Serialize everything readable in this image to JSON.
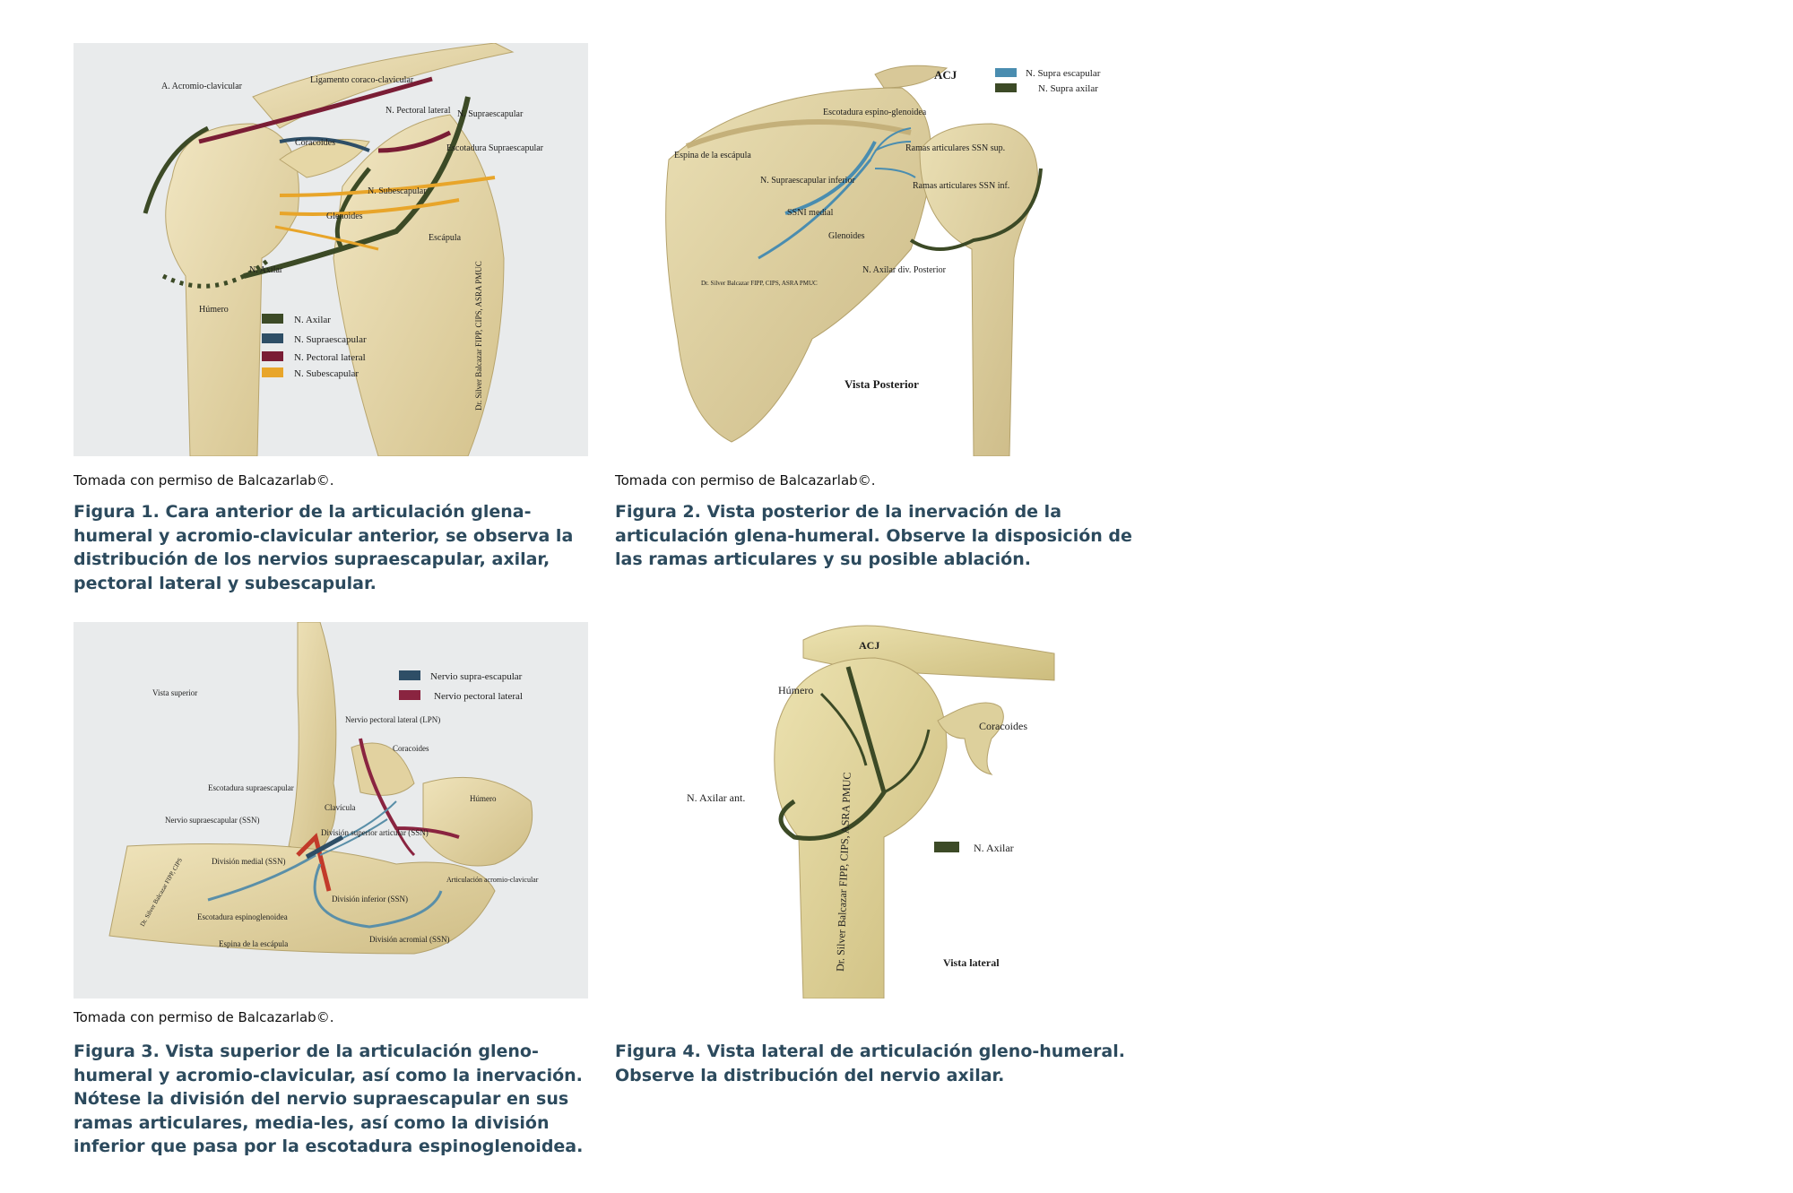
{
  "figure1": {
    "labels": {
      "acromio": "A. Acromio-clavicular",
      "ligamento": "Ligamento coraco-clavicular",
      "pectoral": "N. Pectoral lateral",
      "supraescapular": "N. Supraescapular",
      "coracoides": "Coracoides",
      "escotadura": "Escotadura Supraescapular",
      "subescapular": "N. Subescapular",
      "glenoides": "Glenoides",
      "escapula": "Escápula",
      "axilar": "N. Axilar",
      "humero": "Húmero",
      "watermark": "Dr. Silver Balcazar FIPP, CIPS, ASRA PMUC"
    },
    "legend": [
      {
        "label": "N. Axilar",
        "color": "#3c4a26"
      },
      {
        "label": "N. Supraescapular",
        "color": "#2e4e66"
      },
      {
        "label": "N. Pectoral lateral",
        "color": "#7a1d35"
      },
      {
        "label": "N. Subescapular",
        "color": "#e8a52a"
      }
    ],
    "credit": "Tomada con permiso de Balcazarlab©.",
    "caption_label": "Figura 1.",
    "caption_text": " Cara anterior de la articulación glena-humeral y acromio-clavicular anterior,  se observa la distribución de los nervios supraescapular, axilar, pectoral lateral y subescapular."
  },
  "figure2": {
    "labels": {
      "acj": "ACJ",
      "escotadura": "Escotadura espino-glenoidea",
      "espina": "Espina de la escápula",
      "ramas_sup": "Ramas articulares SSN sup.",
      "supra_inf": "N. Supraescapular inferior",
      "ramas_inf": "Ramas articulares SSN inf.",
      "ssni": "SSNI medial",
      "glenoides": "Glenoides",
      "axilar_post": "N. Axilar div. Posterior",
      "watermark": "Dr. Silver Balcazar FIPP, CIPS, ASRA PMUC",
      "vista": "Vista Posterior"
    },
    "legend": [
      {
        "label": "N. Supra escapular",
        "color": "#4a8db0"
      },
      {
        "label": "N. Supra axilar",
        "color": "#3c4a26"
      }
    ],
    "credit": "Tomada con permiso de Balcazarlab©.",
    "caption_label": "Figura 2.",
    "caption_text": " Vista posterior de la inervación de la articulación glena-humeral. Observe la disposición de las ramas articulares y su posible ablación."
  },
  "figure3": {
    "labels": {
      "vista": "Vista superior",
      "pectoral": "Nervio pectoral lateral (LPN)",
      "coracoides": "Coracoides",
      "escotadura_supra": "Escotadura supraescapular",
      "humero": "Húmero",
      "clavicula": "Clavícula",
      "ssn": "Nervio supraescapular (SSN)",
      "div_sup": "División superior articular (SSN)",
      "div_medial": "División medial (SSN)",
      "articulacion": "Articulación acromio-clavicular",
      "div_inf": "División inferior (SSN)",
      "escotadura_espino": "Escotadura espinoglenoidea",
      "espina": "Espina de la escápula",
      "div_acromial": "División acromial (SSN)",
      "watermark": "Dr. Silver Balcazar FIPP, CIPS"
    },
    "legend": [
      {
        "label": "Nervio supra-escapular",
        "color": "#2e4e66"
      },
      {
        "label": "Nervio pectoral lateral",
        "color": "#8a2440"
      }
    ],
    "credit": "Tomada con permiso de Balcazarlab©.",
    "caption_label": "Figura 3.",
    "caption_text": " Vista superior de la articulación gleno-humeral y acromio-clavicular, así como la inervación. Nótese la división del nervio supraescapular en sus ramas articulares, media-les, así como la división inferior que pasa por la escotadura espinoglenoidea."
  },
  "figure4": {
    "labels": {
      "acj": "ACJ",
      "humero": "Húmero",
      "coracoides": "Coracoides",
      "axilar_ant": "N. Axilar ant.",
      "watermark": "Dr. Silver Balcazar FIPP, CIPS, ASRA PMUC",
      "vista": "Vista lateral"
    },
    "legend": [
      {
        "label": "N. Axilar",
        "color": "#3c4a26"
      }
    ],
    "caption_label": "Figura 4.",
    "caption_text": " Vista lateral de articulación gleno-humeral. Observe la distribución del nervio axilar."
  }
}
